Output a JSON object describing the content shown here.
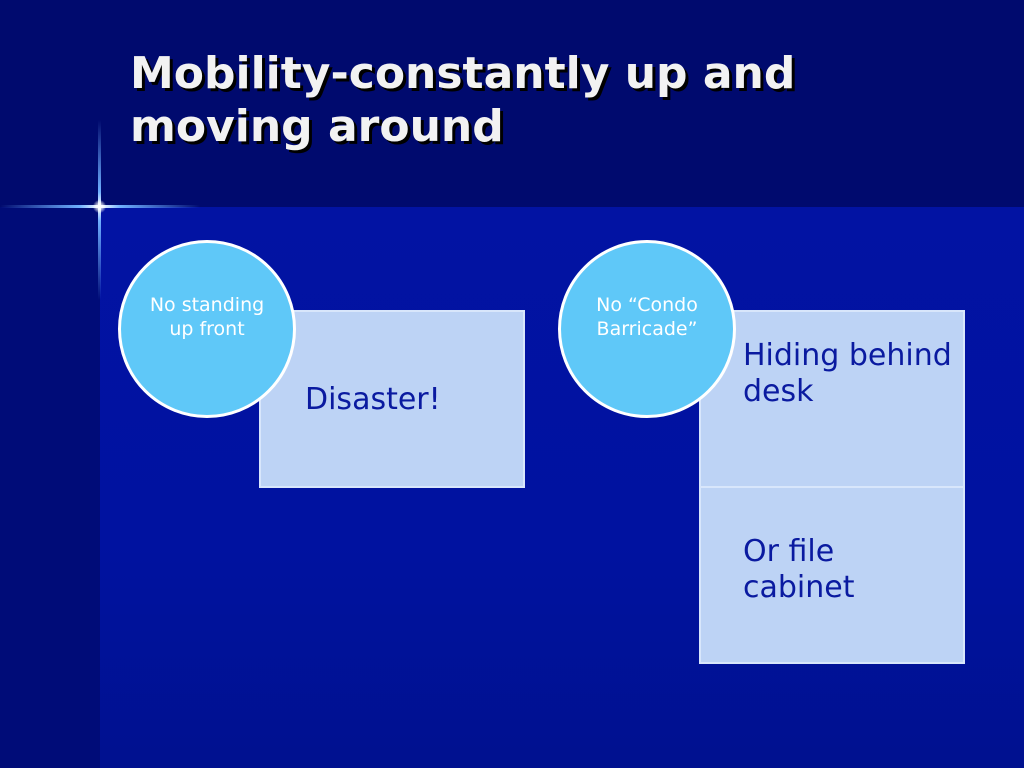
{
  "slide": {
    "title": "Mobility-constantly up and moving around"
  },
  "diagram": {
    "groups": [
      {
        "circle_label": "No standing up front",
        "boxes": [
          "Disaster!"
        ]
      },
      {
        "circle_label": "No “Condo Barricade”",
        "boxes": [
          "Hiding behind desk",
          "Or file cabinet"
        ]
      }
    ]
  },
  "colors": {
    "background": "#000d8a",
    "circle_fill": "#5fc8f8",
    "box_fill": "#bdd3f5",
    "box_text": "#0a1aa0",
    "title_text": "#f2f2f2"
  }
}
